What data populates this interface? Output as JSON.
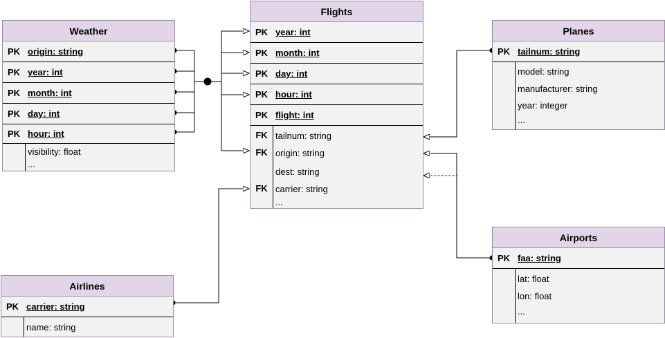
{
  "entities": {
    "weather": {
      "title": "Weather",
      "rows": [
        {
          "key": "PK",
          "field": "origin: string"
        },
        {
          "key": "PK",
          "field": "year: int"
        },
        {
          "key": "PK",
          "field": "month: int"
        },
        {
          "key": "PK",
          "field": "day: int"
        },
        {
          "key": "PK",
          "field": "hour: int"
        }
      ],
      "attrs": [
        "visibility: float",
        "..."
      ]
    },
    "flights": {
      "title": "Flights",
      "rows": [
        {
          "key": "PK",
          "field": "year: int"
        },
        {
          "key": "PK",
          "field": "month: int"
        },
        {
          "key": "PK",
          "field": "day: int"
        },
        {
          "key": "PK",
          "field": "hour: int"
        },
        {
          "key": "PK",
          "field": "flight: int"
        }
      ],
      "attrs": [
        {
          "key": "FK",
          "field": "tailnum: string"
        },
        {
          "key": "FK",
          "field": "origin: string"
        },
        {
          "key": "",
          "field": "dest: string"
        },
        {
          "key": "FK",
          "field": "carrier: string"
        },
        {
          "key": "",
          "field": "..."
        }
      ]
    },
    "planes": {
      "title": "Planes",
      "rows": [
        {
          "key": "PK",
          "field": "tailnum: string"
        }
      ],
      "attrs": [
        "model: string",
        "manufacturer: string",
        "year: integer",
        "..."
      ]
    },
    "airports": {
      "title": "Airports",
      "rows": [
        {
          "key": "PK",
          "field": "faa: string"
        }
      ],
      "attrs": [
        "lat: float",
        "lon: float",
        "..."
      ]
    },
    "airlines": {
      "title": "Airlines",
      "rows": [
        {
          "key": "PK",
          "field": "carrier: string"
        }
      ],
      "attrs": [
        "name: string"
      ]
    }
  },
  "colors": {
    "header_fill": "#e1d5e7",
    "header_border": "#9b8aa6",
    "body_fill": "#f2f2f2",
    "line": "#000000"
  }
}
